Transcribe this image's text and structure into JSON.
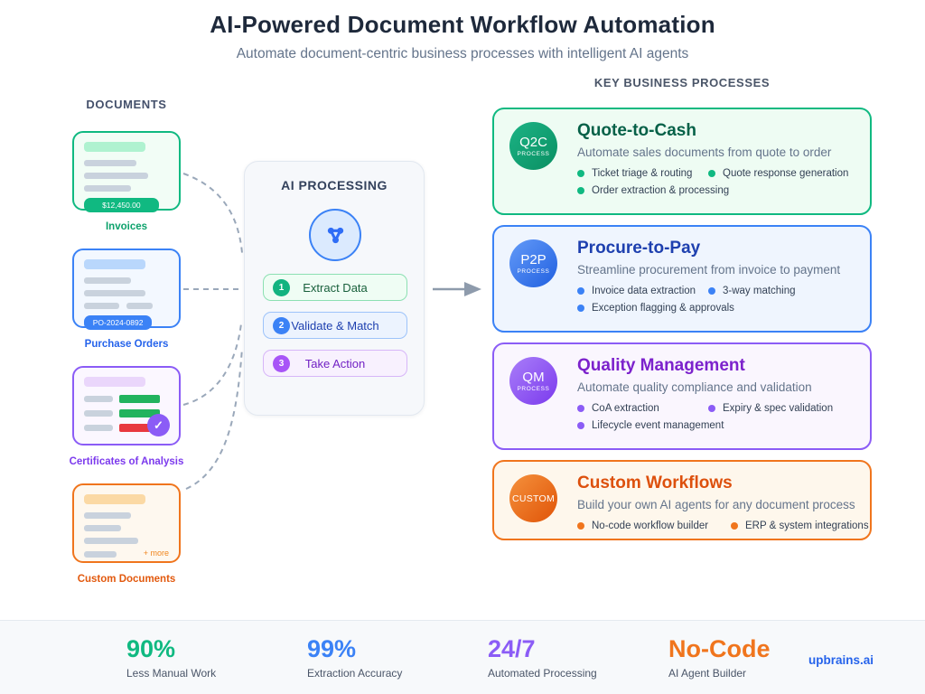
{
  "palette": {
    "green": "#10b981",
    "blue": "#3b82f6",
    "purple": "#8b5cf6",
    "orange": "#f0751d",
    "brand_blue": "#2563eb",
    "title_navy": "#1e293b",
    "muted_gray": "#64748b"
  },
  "header": {
    "title": "AI-Powered Document Workflow Automation",
    "subtitle": "Automate document-centric business processes with intelligent AI agents"
  },
  "documents": {
    "heading": "DOCUMENTS",
    "cards": [
      {
        "label": "Invoices",
        "badge": "$12,450.00"
      },
      {
        "label": "Purchase Orders",
        "badge": "PO-2024-0892"
      },
      {
        "label": "Certificates of Analysis",
        "check_icon": "check-icon"
      },
      {
        "label": "Custom Documents",
        "more": "+ more"
      }
    ]
  },
  "ai_processing": {
    "heading": "AI PROCESSING",
    "core_icon": "network-nodes-icon",
    "steps": [
      {
        "number": "1",
        "label": "Extract Data"
      },
      {
        "number": "2",
        "label": "Validate & Match"
      },
      {
        "number": "3",
        "label": "Take Action"
      }
    ]
  },
  "processes": {
    "heading": "KEY BUSINESS PROCESSES",
    "cards": [
      {
        "badge_main": "Q2C",
        "badge_sub": "PROCESS",
        "title": "Quote-to-Cash",
        "description": "Automate sales documents from quote to order",
        "bullets": [
          "Ticket triage & routing",
          "Quote response generation",
          "Order extraction & processing"
        ]
      },
      {
        "badge_main": "P2P",
        "badge_sub": "PROCESS",
        "title": "Procure-to-Pay",
        "description": "Streamline procurement from invoice to payment",
        "bullets": [
          "Invoice data extraction",
          "3-way matching",
          "Exception flagging & approvals"
        ]
      },
      {
        "badge_main": "QM",
        "badge_sub": "PROCESS",
        "title": "Quality Management",
        "description": "Automate quality compliance and validation",
        "bullets": [
          "CoA extraction",
          "Expiry & spec validation",
          "Lifecycle event management"
        ]
      },
      {
        "badge_main": "CUSTOM",
        "title": "Custom Workflows",
        "description": "Build your own AI agents for any document process",
        "bullets": [
          "No-code workflow builder",
          "ERP & system integrations"
        ]
      }
    ]
  },
  "footer": {
    "stats": [
      {
        "value": "90%",
        "label": "Less Manual Work"
      },
      {
        "value": "99%",
        "label": "Extraction Accuracy"
      },
      {
        "value": "24/7",
        "label": "Automated Processing"
      },
      {
        "value": "No-Code",
        "label": "AI Agent Builder"
      }
    ],
    "brand": "upbrains.ai"
  }
}
